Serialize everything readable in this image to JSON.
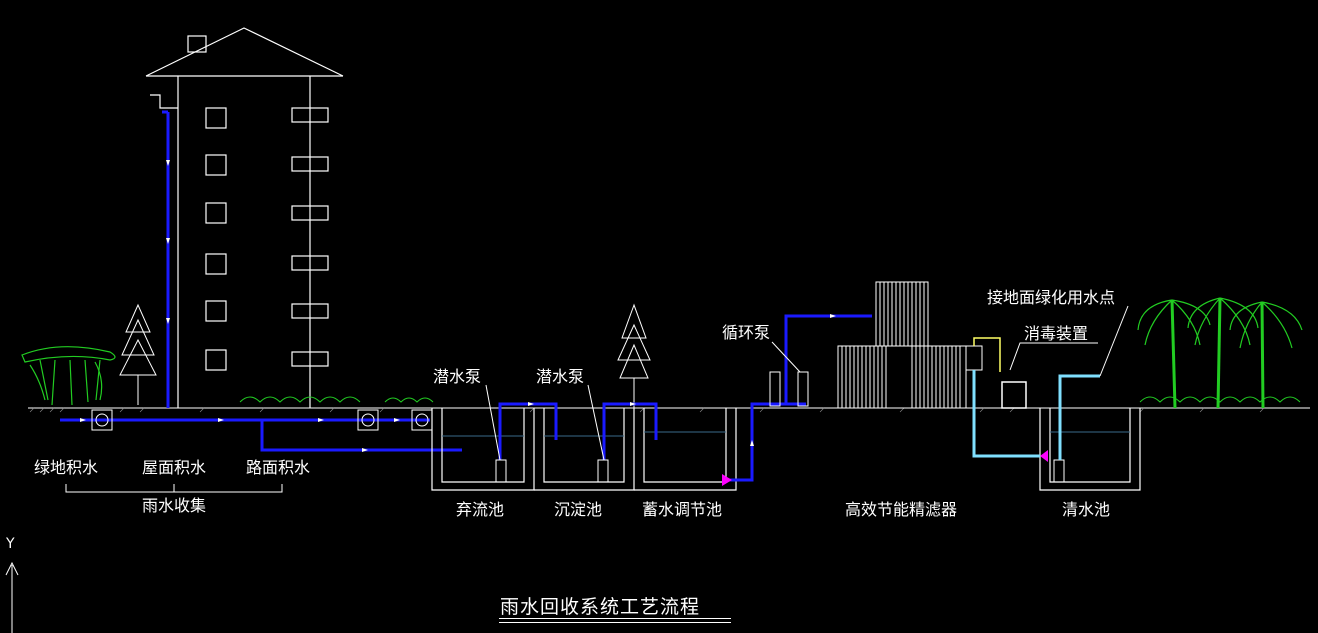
{
  "title": "雨水回收系统工艺流程",
  "labels": {
    "green_water": "绿地积水",
    "roof_water": "屋面积水",
    "road_water": "路面积水",
    "rain_collect": "雨水收集",
    "pump1": "潜水泵",
    "pump2": "潜水泵",
    "pool_discard": "弃流池",
    "pool_settle": "沉淀池",
    "pool_storage": "蓄水调节池",
    "circ_pump": "循环泵",
    "filter": "高效节能精滤器",
    "disinfect": "消毒装置",
    "green_point": "接地面绿化用水点",
    "clear_pool": "清水池"
  },
  "axis": {
    "y": "Y"
  },
  "colors": {
    "background": "#000000",
    "line": "#ffffff",
    "pipe": "#1a1aff",
    "cyan_pipe": "#80e0ff",
    "green": "#22cc22",
    "magenta": "#ff00ff",
    "yellow": "#ffff66"
  }
}
